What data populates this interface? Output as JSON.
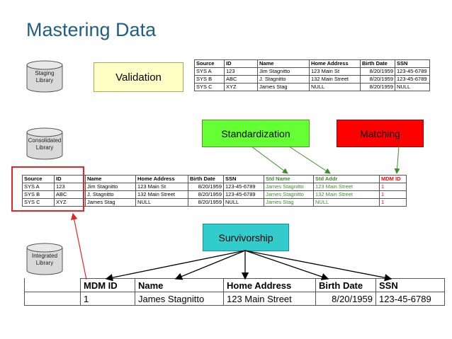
{
  "slide": {
    "title": "Mastering Data",
    "libraries": [
      {
        "label_line1": "Staging",
        "label_line2": "Library"
      },
      {
        "label_line1": "Consolidated",
        "label_line2": "Library"
      },
      {
        "label_line1": "Integrated",
        "label_line2": "Library"
      }
    ],
    "steps": {
      "validation": "Validation",
      "standardization": "Standardization",
      "matching": "Matching",
      "survivorship": "Survivorship"
    },
    "colors": {
      "title": "#1f5e86",
      "validation_fill": "#ffffc6",
      "standardization_fill": "#66ff33",
      "matching_fill": "#ff0000",
      "survivorship_fill": "#33cccc",
      "std_text": "#3a8f2a",
      "mdm_text": "#ff0000"
    }
  },
  "staging_table": {
    "headers": [
      "Source",
      "ID",
      "Name",
      "Home Address",
      "Birth Date",
      "SSN"
    ],
    "rows": [
      [
        "SYS A",
        "123",
        "Jim Stagnitto",
        "123 Main St",
        "8/20/1959",
        "123-45-6789"
      ],
      [
        "SYS B",
        "ABC",
        "J. Stagnitto",
        "132 Main Street",
        "8/20/1959",
        "123-45-6789"
      ],
      [
        "SYS C",
        "XYZ",
        "James Stag",
        "NULL",
        "8/20/1959",
        "NULL"
      ]
    ]
  },
  "consolidated_table": {
    "headers": [
      "Source",
      "ID",
      "Name",
      "Home Address",
      "Birth Date",
      "SSN",
      "Std Name",
      "Std Addr",
      "MDM ID"
    ],
    "rows": [
      [
        "SYS A",
        "123",
        "Jim Stagnitto",
        "123 Main St",
        "8/20/1959",
        "123-45-6789",
        "James Stagnitto",
        "123 Main Street",
        "1"
      ],
      [
        "SYS B",
        "ABC",
        "J. Stagnitto",
        "132 Main Street",
        "8/20/1959",
        "123-45-6789",
        "James Stagnitto",
        "132 Main Street",
        "1"
      ],
      [
        "SYS C",
        "XYZ",
        "James Stag",
        "NULL",
        "8/20/1959",
        "NULL",
        "James Stag",
        "NULL",
        "1"
      ]
    ]
  },
  "integrated_table": {
    "headers": [
      "MDM ID",
      "Name",
      "Home Address",
      "Birth Date",
      "SSN"
    ],
    "rows": [
      [
        "1",
        "James Stagnitto",
        "123 Main Street",
        "8/20/1959",
        "123-45-6789"
      ]
    ]
  }
}
